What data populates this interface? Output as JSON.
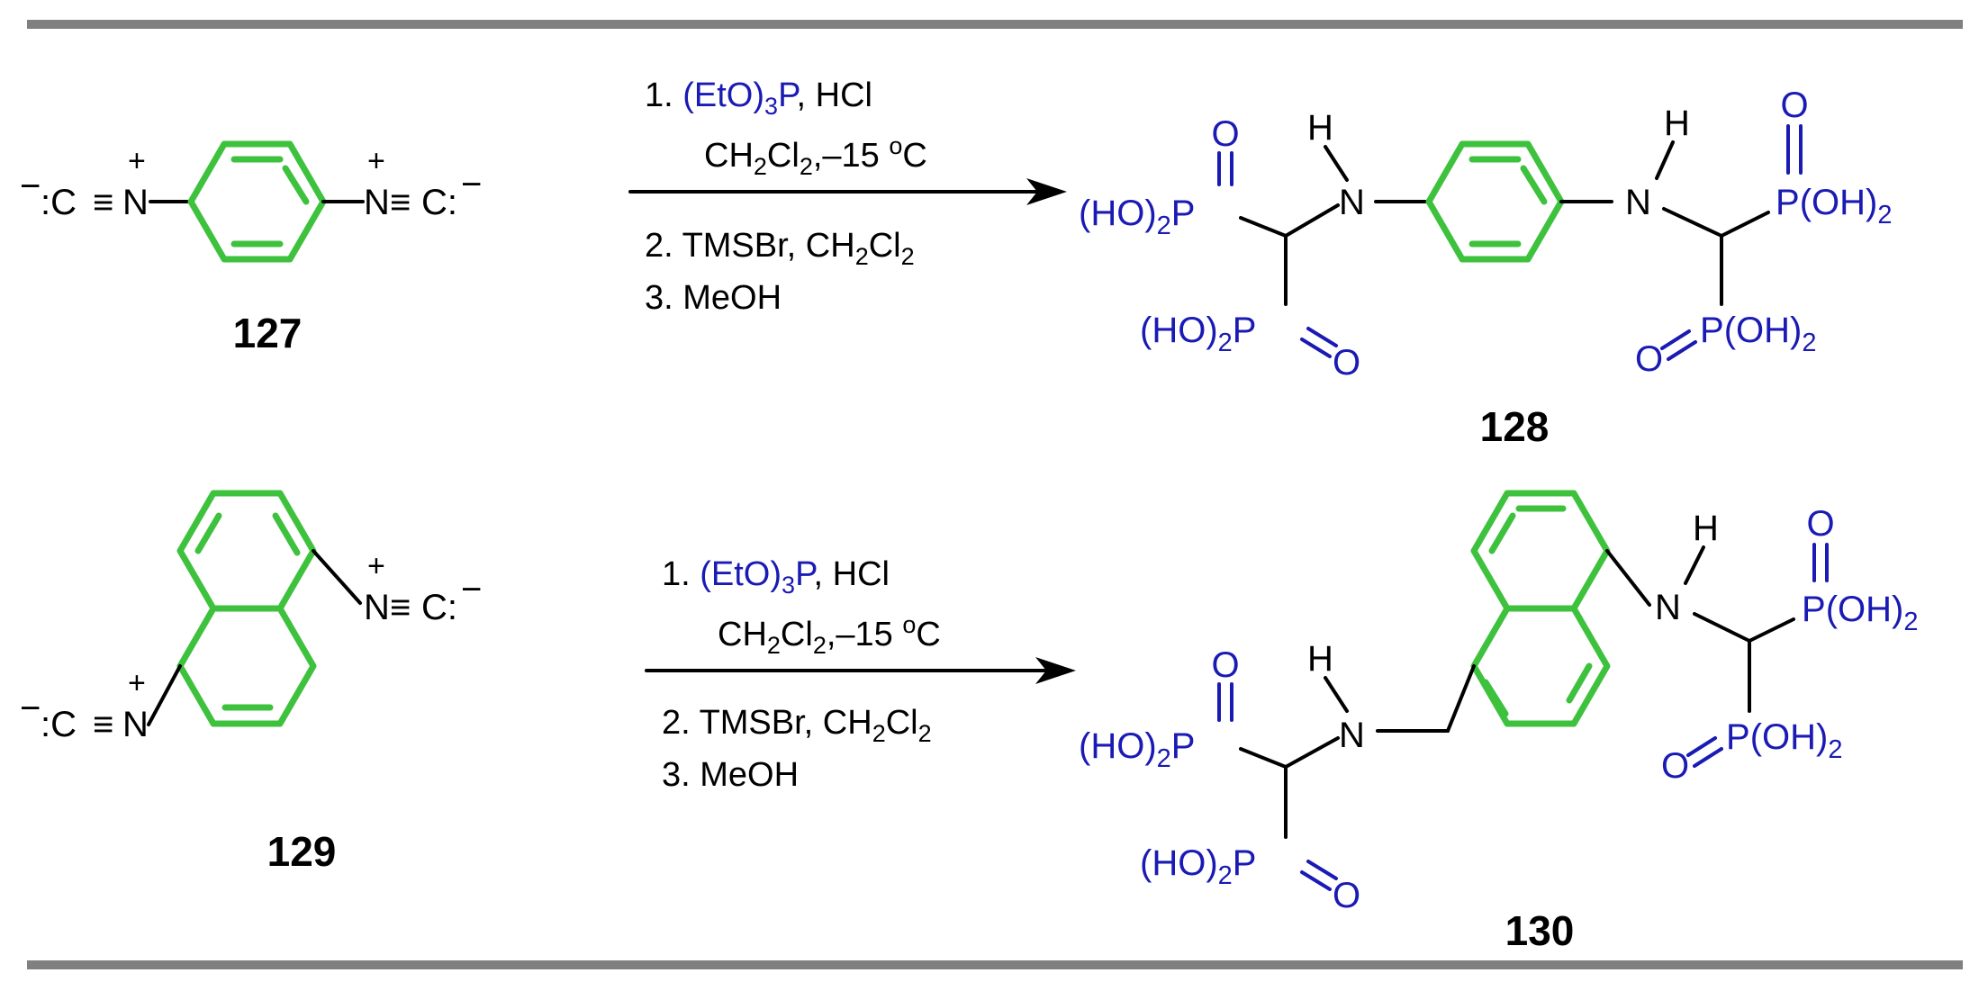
{
  "labels": {
    "compound_127": "127",
    "compound_128": "128",
    "compound_129": "129",
    "compound_130": "130"
  },
  "reaction_1": {
    "step1_num": "1. ",
    "step1_reagent_a": "(EtO)",
    "step1_reagent_sub": "3",
    "step1_reagent_b": "P",
    "step1_rest": ", HCl",
    "cond_a": "CH",
    "cond_sub1": "2",
    "cond_b": "Cl",
    "cond_sub2": "2",
    "cond_c": ",–15 ",
    "cond_sup": "o",
    "cond_d": "C",
    "step2_a": "2. TMSBr, CH",
    "step2_sub1": "2",
    "step2_b": "Cl",
    "step2_sub2": "2",
    "step3": "3. MeOH"
  },
  "reaction_2": {
    "step1_num": "1. ",
    "step1_reagent_a": "(EtO)",
    "step1_reagent_sub": "3",
    "step1_reagent_b": "P",
    "step1_rest": ", HCl",
    "cond_a": "CH",
    "cond_sub1": "2",
    "cond_b": "Cl",
    "cond_sub2": "2",
    "cond_c": ",–15 ",
    "cond_sup": "o",
    "cond_d": "C",
    "step2_a": "2. TMSBr, CH",
    "step2_sub1": "2",
    "step2_b": "Cl",
    "step2_sub2": "2",
    "step3": "3. MeOH"
  },
  "atoms": {
    "minus": "−",
    "plus": "+",
    "colon_c": ":C",
    "triple": "≡",
    "n": "N",
    "c_colon": "C:",
    "h": "H",
    "o": "O",
    "p": "P",
    "ho_paren": "(HO)",
    "sub2": "2",
    "oh_paren": "(OH)"
  },
  "colors": {
    "ring": "#3ec23e",
    "phosphonate": "#1a1ab4",
    "text": "#000000",
    "rule": "#808080"
  }
}
